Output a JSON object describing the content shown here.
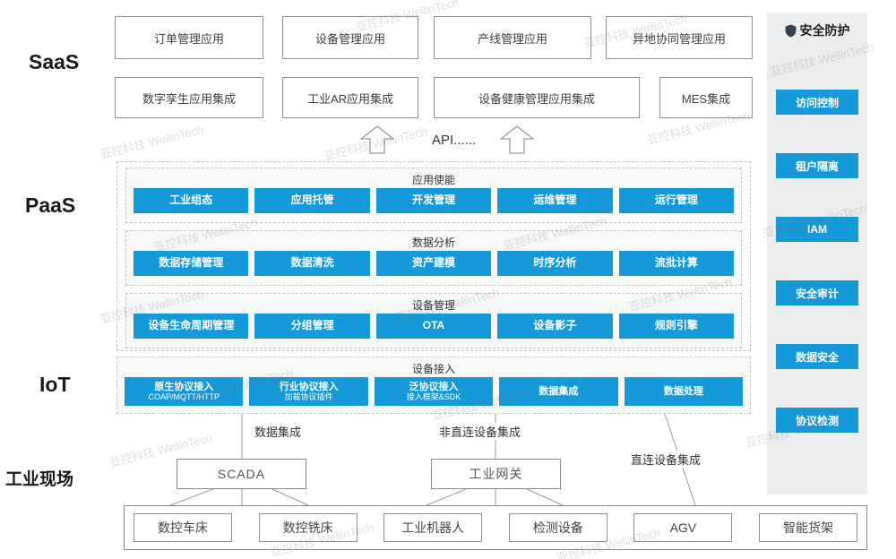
{
  "layers": {
    "saas": "SaaS",
    "paas": "PaaS",
    "iot": "IoT",
    "field": "工业现场"
  },
  "saas": {
    "row1": [
      "订单管理应用",
      "设备管理应用",
      "产线管理应用",
      "异地协同管理应用"
    ],
    "row2": [
      "数字孪生应用集成",
      "工业AR应用集成",
      "设备健康管理应用集成",
      "MES集成"
    ]
  },
  "api": {
    "label": "API......"
  },
  "paas": {
    "sections": [
      {
        "title": "应用使能",
        "items": [
          "工业组态",
          "应用托管",
          "开发管理",
          "运维管理",
          "运行管理"
        ]
      },
      {
        "title": "数据分析",
        "items": [
          "数据存储管理",
          "数据清洗",
          "资产建模",
          "时序分析",
          "流批计算"
        ]
      },
      {
        "title": "设备管理",
        "items": [
          "设备生命周期管理",
          "分组管理",
          "OTA",
          "设备影子",
          "规则引擎"
        ]
      }
    ]
  },
  "iot": {
    "title": "设备接入",
    "items": [
      {
        "title": "原生协议接入",
        "subtitle": "COAP/MQTT/HTTP"
      },
      {
        "title": "行业协议接入",
        "subtitle": "加载协议插件"
      },
      {
        "title": "泛协议接入",
        "subtitle": "接入框架&SDK"
      },
      {
        "title": "数据集成",
        "subtitle": ""
      },
      {
        "title": "数据处理",
        "subtitle": ""
      }
    ]
  },
  "connections": {
    "scada_link": "数据集成",
    "gateway_link": "非直连设备集成",
    "direct_link": "直连设备集成"
  },
  "field": {
    "gateways": [
      "SCADA",
      "工业网关"
    ],
    "devices": [
      "数控车床",
      "数控铣床",
      "工业机器人",
      "检测设备",
      "AGV",
      "智能货架"
    ]
  },
  "security": {
    "title": "安全防护",
    "items": [
      "访问控制",
      "租户隔离",
      "IAM",
      "安全审计",
      "数据安全",
      "协议检测"
    ]
  },
  "watermark": "亚控科技 WellinTech",
  "colors": {
    "accent": "#1699d8",
    "panel_bg": "#ecedef"
  }
}
